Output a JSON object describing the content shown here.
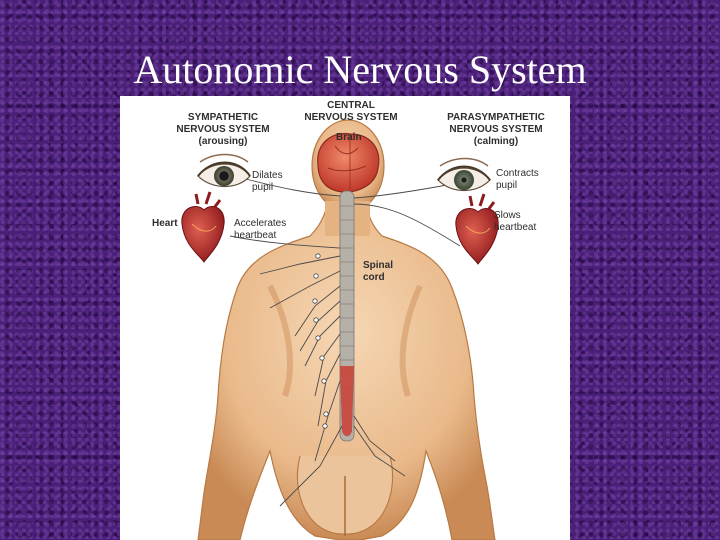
{
  "slide": {
    "title": "Autonomic Nervous System"
  },
  "diagram": {
    "sympathetic_heading": "SYMPATHETIC\nNERVOUS SYSTEM\n(arousing)",
    "central_heading": "CENTRAL\nNERVOUS SYSTEM",
    "brain": "Brain",
    "parasympathetic_heading": "PARASYMPATHETIC\nNERVOUS SYSTEM\n(calming)",
    "dilates_pupil": "Dilates\npupil",
    "contracts_pupil": "Contracts\npupil",
    "heart": "Heart",
    "accelerates_heartbeat": "Accelerates\nheartbeat",
    "slows_heartbeat": "Slows\nheartbeat",
    "spinal_cord": "Spinal\ncord"
  },
  "colors": {
    "background": "#4a1f78",
    "skin": "#e9b98a",
    "skin_shadow": "#c98a55",
    "brain": "#d8553a",
    "spinal_cord": "#c9453a",
    "heart": "#b3262a"
  }
}
